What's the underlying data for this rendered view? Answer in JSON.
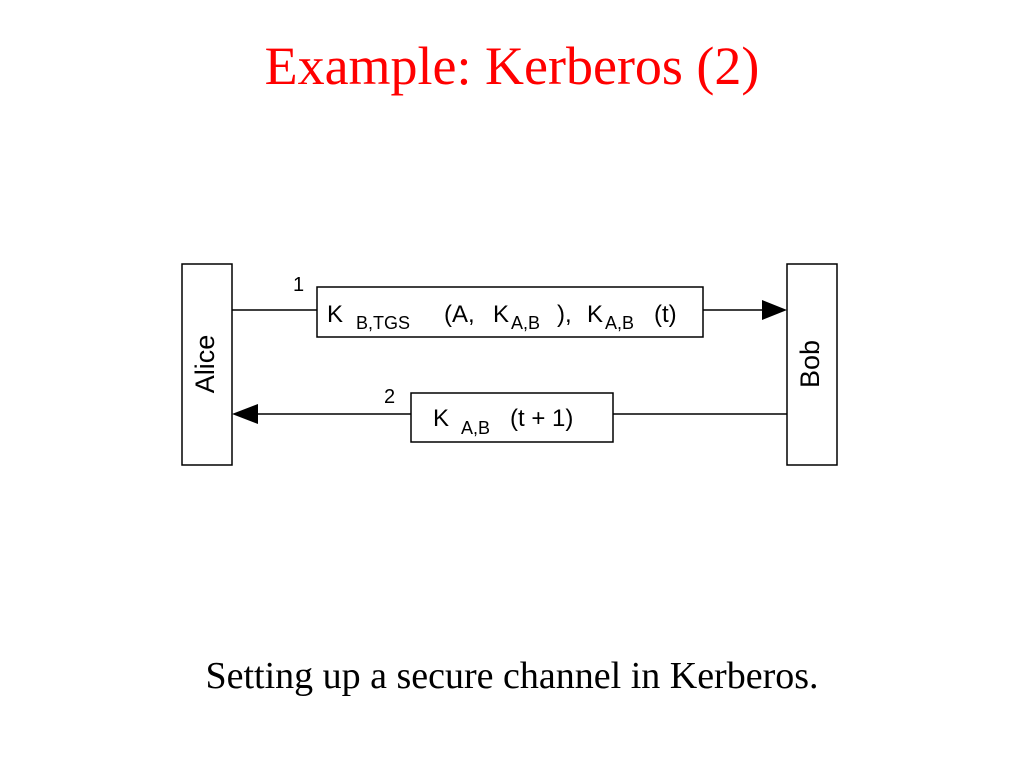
{
  "slide": {
    "title": "Example: Kerberos (2)",
    "caption": "Setting up a secure channel in Kerberos."
  },
  "diagram": {
    "participants": {
      "left": "Alice",
      "right": "Bob"
    },
    "messages": [
      {
        "number": "1",
        "direction": "Alice to Bob",
        "parts": {
          "k1": "K",
          "k1_sub": "B,TGS",
          "paren_open": "(A, ",
          "k2": "K",
          "k2_sub": "A,B",
          "mid": "), ",
          "k3": "K",
          "k3_sub": "A,B",
          "tail": "(t)"
        }
      },
      {
        "number": "2",
        "direction": "Bob to Alice",
        "parts": {
          "k1": "K",
          "k1_sub": "A,B",
          "tail": "(t + 1)"
        }
      }
    ],
    "colors": {
      "stroke": "#000000",
      "title": "#ff0000"
    }
  }
}
